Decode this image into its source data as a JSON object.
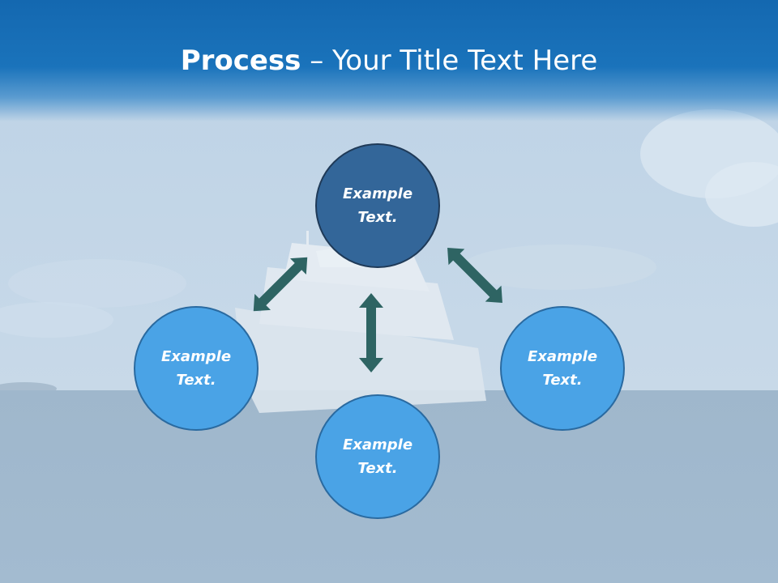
{
  "slide": {
    "title_bold": "Process",
    "title_rest": " – Your Title Text Here"
  },
  "nodes": {
    "top": "Example Text.",
    "left": "Example Text.",
    "right": "Example Text.",
    "bottom": "Example Text."
  },
  "colors": {
    "title_bar": "#1468b0",
    "node_dark": "#336699",
    "node_light": "#4aa3e6",
    "arrow": "#2e6463"
  }
}
